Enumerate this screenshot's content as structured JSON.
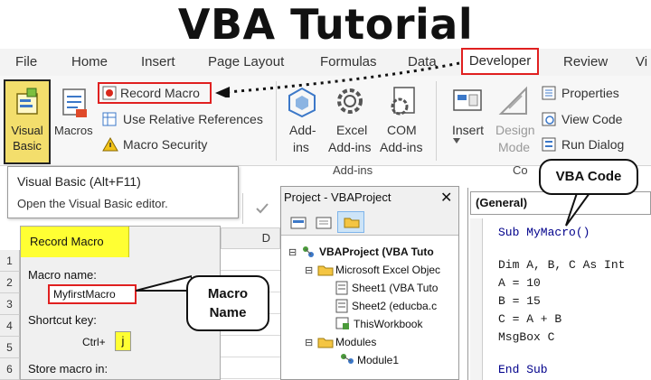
{
  "title": "VBA Tutorial",
  "tabs": [
    "File",
    "Home",
    "Insert",
    "Page Layout",
    "Formulas",
    "Data",
    "Developer",
    "Review",
    "Vi"
  ],
  "ribbon": {
    "visual_basic": [
      "Visual",
      "Basic"
    ],
    "macros": "Macros",
    "record_macro": "Record Macro",
    "relative_refs": "Use Relative References",
    "macro_security": "Macro Security",
    "addins": [
      "Add-",
      "ins"
    ],
    "excel_addins": [
      "Excel",
      "Add-ins"
    ],
    "com_addins": [
      "COM",
      "Add-ins"
    ],
    "addins_group": "Add-ins",
    "insert": "Insert",
    "design_mode": [
      "Design",
      "Mode"
    ],
    "properties": "Properties",
    "view_code": "View Code",
    "run_dialog": "Run Dialog",
    "controls_group_partial": "Co"
  },
  "tooltip": {
    "title": "Visual Basic (Alt+F11)",
    "desc": "Open the Visual Basic editor."
  },
  "sheet": {
    "col_d": "D",
    "rows": [
      "1",
      "2",
      "3",
      "4",
      "5",
      "6"
    ]
  },
  "dialog": {
    "title": "Record Macro",
    "macro_name_label": "Macro name:",
    "macro_name_value": "MyfirstMacro",
    "shortcut_label": "Shortcut key:",
    "ctrl": "Ctrl+",
    "key": "j",
    "store_label": "Store macro in:"
  },
  "callouts": {
    "macro_name": [
      "Macro",
      "Name"
    ],
    "vba_code": "VBA Code"
  },
  "project": {
    "title": "Project - VBAProject",
    "close": "✕",
    "items": [
      "VBAProject (VBA Tuto",
      "Microsoft Excel Objec",
      "Sheet1 (VBA Tuto",
      "Sheet2 (educba.c",
      "ThisWorkbook",
      "Modules",
      "Module1"
    ]
  },
  "code": {
    "dropdown": "(General)",
    "lines": [
      "Sub MyMacro()",
      "",
      "Dim A, B, C As Int",
      "A = 10",
      "B = 15",
      "C = A + B",
      "MsgBox C",
      "",
      "End Sub"
    ]
  },
  "colors": {
    "accent_red": "#e02020",
    "vb_yellow": "#f3de6c",
    "dialog_yellow": "#ffff33"
  }
}
